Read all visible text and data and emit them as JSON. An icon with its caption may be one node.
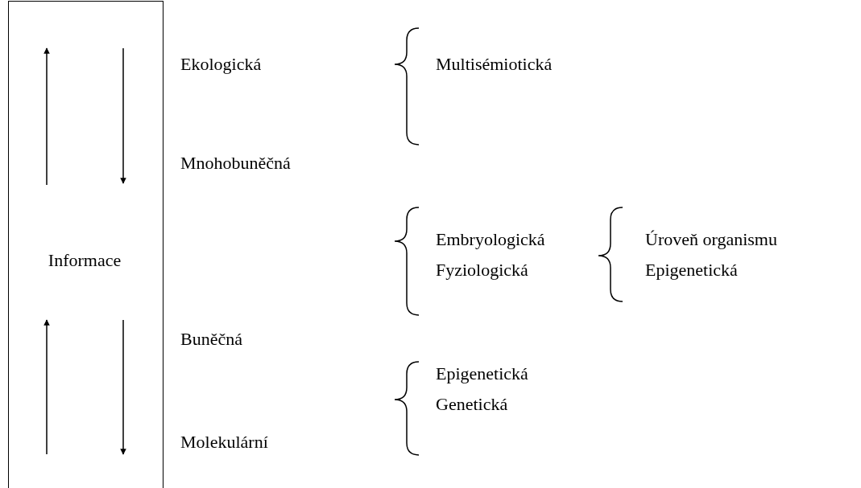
{
  "diagram": {
    "nodes": [
      {
        "text": [
          "Informace"
        ]
      }
    ],
    "labels": [
      "Ekologická",
      "Multisémiotická",
      "Mnohobuněčná",
      "Embryologická",
      "Úroveň organismu",
      "Fyziologická",
      "Epigenetická",
      "Buněčná",
      "Epigenetická",
      "Genetická",
      "Molekulární"
    ]
  }
}
